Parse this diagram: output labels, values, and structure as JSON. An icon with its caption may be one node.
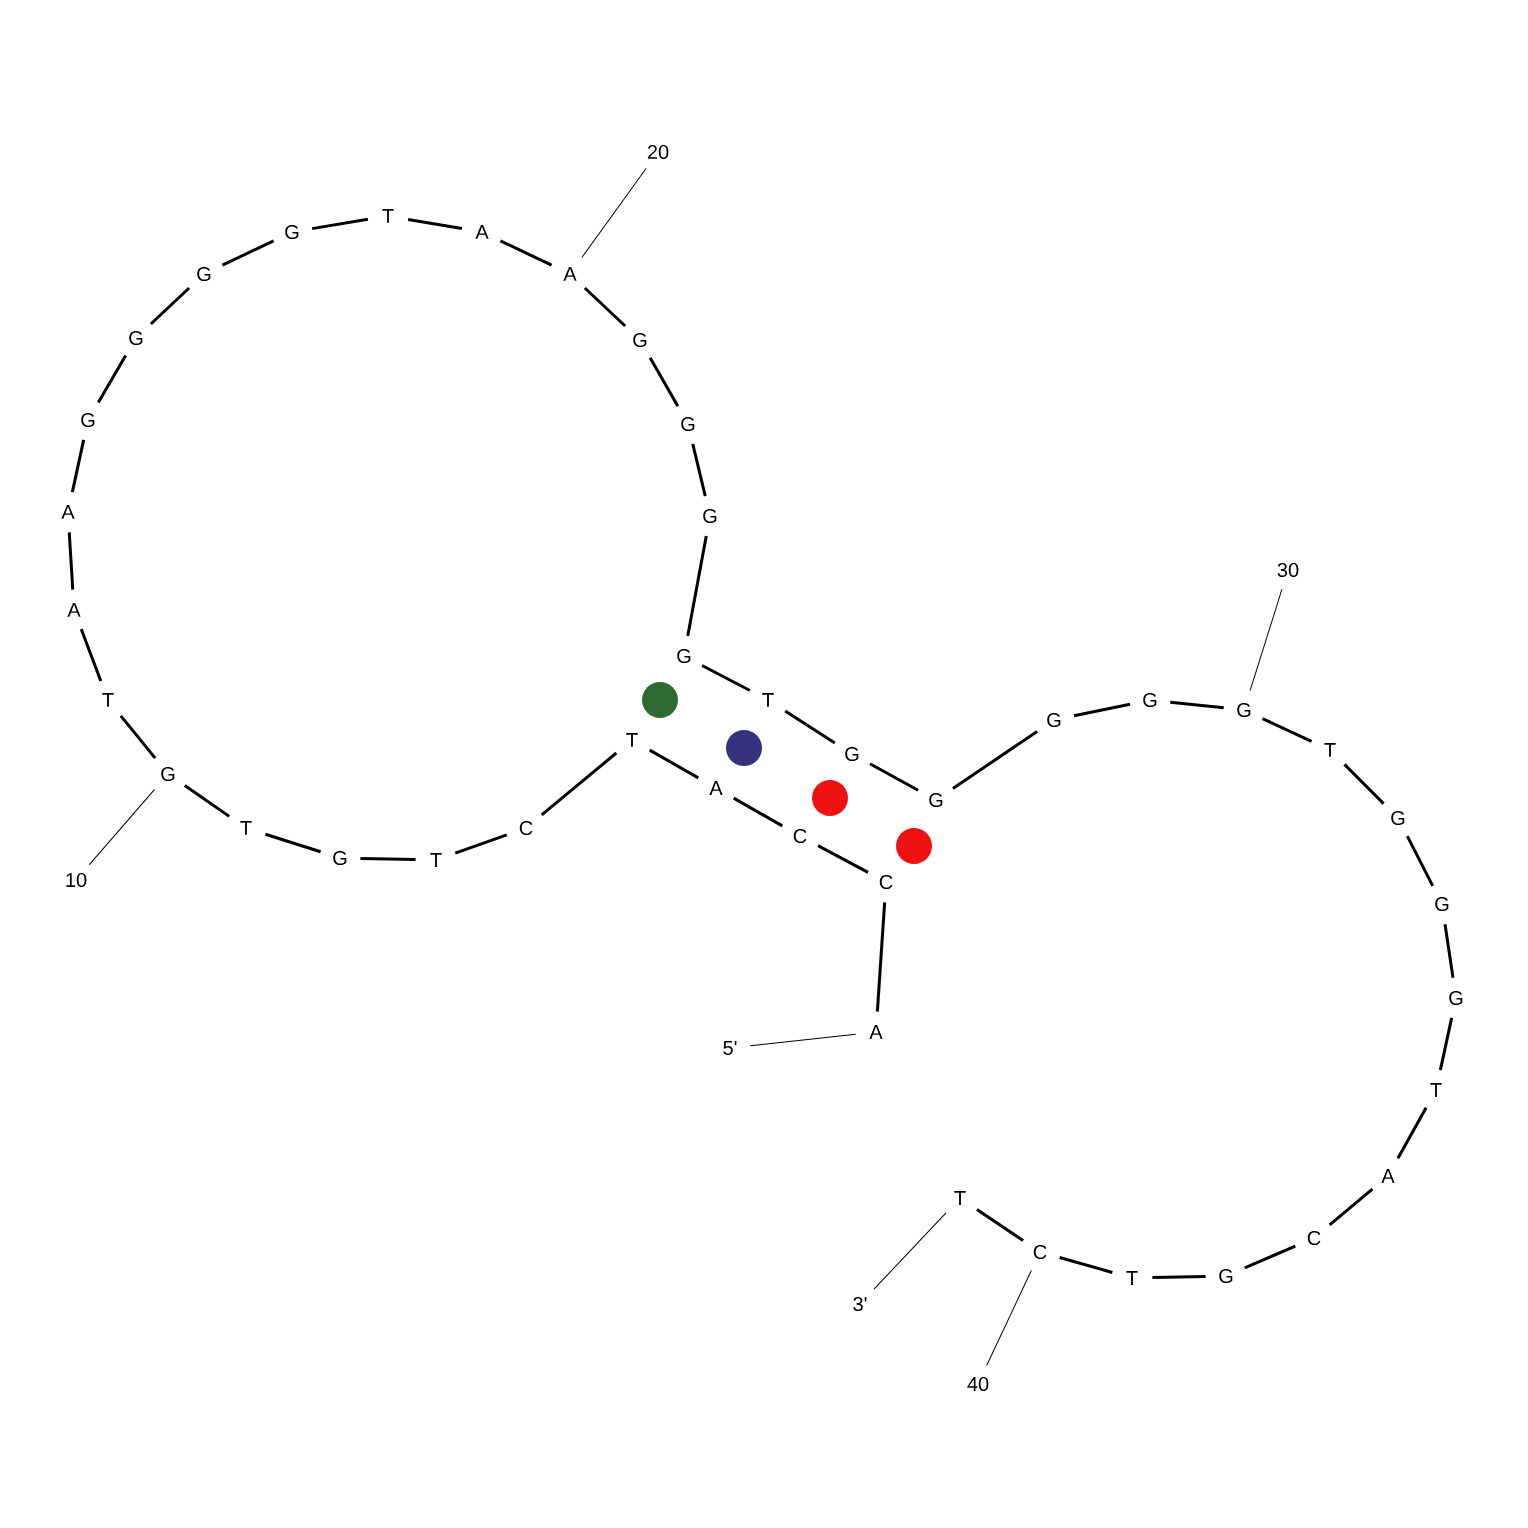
{
  "diagram": {
    "nodes": [
      {
        "text": [
          "A"
        ]
      },
      {
        "text": [
          "C"
        ]
      },
      {
        "text": [
          "C"
        ]
      },
      {
        "text": [
          "A"
        ]
      },
      {
        "text": [
          "T"
        ]
      },
      {
        "text": [
          "C"
        ]
      },
      {
        "text": [
          "T"
        ]
      },
      {
        "text": [
          "G"
        ]
      },
      {
        "text": [
          "T"
        ]
      },
      {
        "text": [
          "G"
        ]
      },
      {
        "text": [
          "T"
        ]
      },
      {
        "text": [
          "A"
        ]
      },
      {
        "text": [
          "A"
        ]
      },
      {
        "text": [
          "G"
        ]
      },
      {
        "text": [
          "G"
        ]
      },
      {
        "text": [
          "G"
        ]
      },
      {
        "text": [
          "G"
        ]
      },
      {
        "text": [
          "T"
        ]
      },
      {
        "text": [
          "A"
        ]
      },
      {
        "text": [
          "A"
        ]
      },
      {
        "text": [
          "G"
        ]
      },
      {
        "text": [
          "G"
        ]
      },
      {
        "text": [
          "G"
        ]
      },
      {
        "text": [
          "G"
        ]
      },
      {
        "text": [
          "T"
        ]
      },
      {
        "text": [
          "G"
        ]
      },
      {
        "text": [
          "G"
        ]
      },
      {
        "text": [
          "G"
        ]
      },
      {
        "text": [
          "G"
        ]
      },
      {
        "text": [
          "G"
        ]
      },
      {
        "text": [
          "T"
        ]
      },
      {
        "text": [
          "G"
        ]
      },
      {
        "text": [
          "G"
        ]
      },
      {
        "text": [
          "G"
        ]
      },
      {
        "text": [
          "T"
        ]
      },
      {
        "text": [
          "A"
        ]
      },
      {
        "text": [
          "C"
        ]
      },
      {
        "text": [
          "G"
        ]
      },
      {
        "text": [
          "T"
        ]
      },
      {
        "text": [
          "C"
        ]
      },
      {
        "text": [
          "T"
        ]
      },
      {
        "text": [
          "5'"
        ]
      },
      {
        "text": [
          "10"
        ]
      },
      {
        "text": [
          "20"
        ]
      },
      {
        "text": [
          "30"
        ]
      },
      {
        "text": [
          "40"
        ]
      },
      {
        "text": [
          "3'"
        ]
      }
    ],
    "edges": [
      {
        "from": 0,
        "to": 1,
        "arrow": "none"
      },
      {
        "from": 1,
        "to": 2,
        "arrow": "none"
      },
      {
        "from": 2,
        "to": 3,
        "arrow": "none"
      },
      {
        "from": 3,
        "to": 4,
        "arrow": "none"
      },
      {
        "from": 4,
        "to": 5,
        "arrow": "none"
      },
      {
        "from": 5,
        "to": 6,
        "arrow": "none"
      },
      {
        "from": 6,
        "to": 7,
        "arrow": "none"
      },
      {
        "from": 7,
        "to": 8,
        "arrow": "none"
      },
      {
        "from": 8,
        "to": 9,
        "arrow": "none"
      },
      {
        "from": 9,
        "to": 10,
        "arrow": "none"
      },
      {
        "from": 10,
        "to": 11,
        "arrow": "none"
      },
      {
        "from": 11,
        "to": 12,
        "arrow": "none"
      },
      {
        "from": 12,
        "to": 13,
        "arrow": "none"
      },
      {
        "from": 13,
        "to": 14,
        "arrow": "none"
      },
      {
        "from": 14,
        "to": 15,
        "arrow": "none"
      },
      {
        "from": 15,
        "to": 16,
        "arrow": "none"
      },
      {
        "from": 16,
        "to": 17,
        "arrow": "none"
      },
      {
        "from": 17,
        "to": 18,
        "arrow": "none"
      },
      {
        "from": 18,
        "to": 19,
        "arrow": "none"
      },
      {
        "from": 19,
        "to": 20,
        "arrow": "none"
      },
      {
        "from": 20,
        "to": 21,
        "arrow": "none"
      },
      {
        "from": 21,
        "to": 22,
        "arrow": "none"
      },
      {
        "from": 22,
        "to": 23,
        "arrow": "none"
      },
      {
        "from": 23,
        "to": 24,
        "arrow": "none"
      },
      {
        "from": 24,
        "to": 25,
        "arrow": "none"
      },
      {
        "from": 25,
        "to": 26,
        "arrow": "none"
      },
      {
        "from": 26,
        "to": 27,
        "arrow": "none"
      },
      {
        "from": 27,
        "to": 28,
        "arrow": "none"
      },
      {
        "from": 28,
        "to": 29,
        "arrow": "none"
      },
      {
        "from": 29,
        "to": 30,
        "arrow": "none"
      },
      {
        "from": 30,
        "to": 31,
        "arrow": "none"
      },
      {
        "from": 31,
        "to": 32,
        "arrow": "none"
      },
      {
        "from": 32,
        "to": 33,
        "arrow": "none"
      },
      {
        "from": 33,
        "to": 34,
        "arrow": "none"
      },
      {
        "from": 34,
        "to": 35,
        "arrow": "none"
      },
      {
        "from": 35,
        "to": 36,
        "arrow": "none"
      },
      {
        "from": 36,
        "to": 37,
        "arrow": "none"
      },
      {
        "from": 37,
        "to": 38,
        "arrow": "none"
      },
      {
        "from": 38,
        "to": 39,
        "arrow": "none"
      },
      {
        "from": 39,
        "to": 40,
        "arrow": "none"
      },
      {
        "from": 41,
        "to": 0,
        "arrow": "none"
      },
      {
        "from": 42,
        "to": 9,
        "arrow": "none"
      },
      {
        "from": 43,
        "to": 19,
        "arrow": "none"
      },
      {
        "from": 44,
        "to": 29,
        "arrow": "none"
      },
      {
        "from": 45,
        "to": 39,
        "arrow": "none"
      },
      {
        "from": 46,
        "to": 40,
        "arrow": "none"
      }
    ]
  }
}
